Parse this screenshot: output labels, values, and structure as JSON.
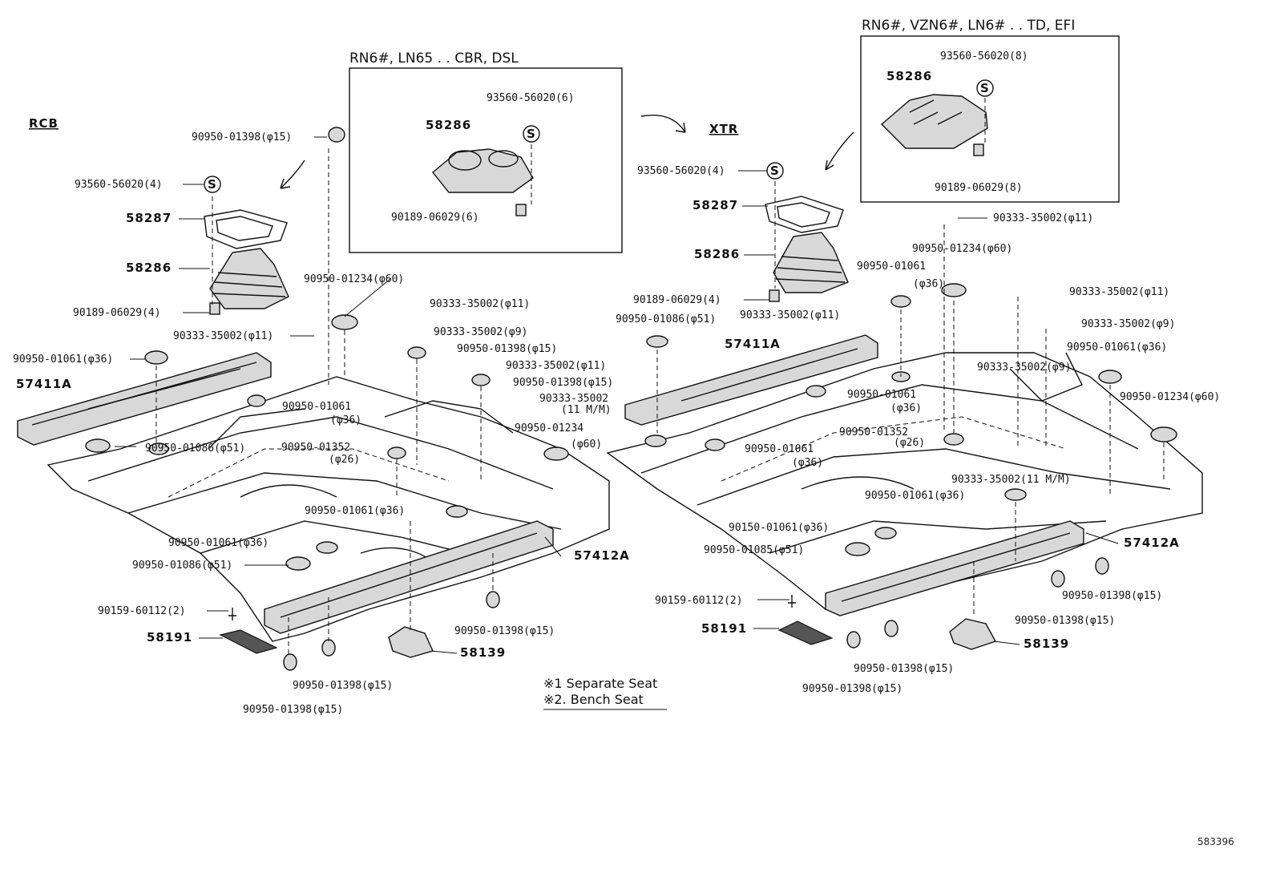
{
  "headers": {
    "rcb": "RCB",
    "xtr": "XTR",
    "inset_left": "RN6#, LN65 . . CBR, DSL",
    "inset_right": "RN6#, VZN6#, LN6# . . TD, EFI"
  },
  "inset_left": {
    "l1": "93560-56020(6)",
    "l2": "58286",
    "l3": "90189-06029(6)"
  },
  "inset_right": {
    "l1": "93560-56020(8)",
    "l2": "58286",
    "l3": "90189-06029(8)"
  },
  "left": {
    "l01": "90950-01398(φ15)",
    "l02": "93560-56020(4)",
    "l03": "58287",
    "l04": "58286",
    "l05": "90189-06029(4)",
    "l06": "90333-35002(φ11)",
    "l07": "90950-01061(φ36)",
    "l08": "57411A",
    "l09": "90950-01234(φ60)",
    "l10": "90333-35002(φ11)",
    "l11": "90333-35002(φ9)",
    "l12": "90950-01398(φ15)",
    "l13": "90333-35002(φ11)",
    "l14": "90950-01398(φ15)",
    "l15": "90333-35002",
    "l16": "(11 M/M)",
    "l17": "90950-01061",
    "l18": "(φ36)",
    "l19": "90950-01086(φ51)",
    "l20": "90950-01352",
    "l21": "(φ26)",
    "l22": "90950-01234",
    "l23": "(φ60)",
    "l24": "90950-01061(φ36)",
    "l25": "90950-01061(φ36)",
    "l26": "57412A",
    "l27": "90950-01086(φ51)",
    "l28": "90159-60112(2)",
    "l29": "58191",
    "l30": "90950-01398(φ15)",
    "l31": "58139",
    "l32": "90950-01398(φ15)",
    "l33": "90950-01398(φ15)"
  },
  "right": {
    "r01": "93560-56020(4)",
    "r02": "58287",
    "r03": "58286",
    "r04": "90189-06029(4)",
    "r05": "90333-35002(φ11)",
    "r06": "90950-01234(φ60)",
    "r07": "90950-01061",
    "r08": "(φ36)",
    "r09": "90333-35002(φ11)",
    "r10": "90950-01086(φ51)",
    "r11": "90333-35002(φ11)",
    "r12": "57411A",
    "r13": "90333-35002(φ9)",
    "r14": "90950-01061(φ36)",
    "r15": "90333-35002(φ9)",
    "r16": "90950-01061",
    "r17": "(φ36)",
    "r18": "90950-01234(φ60)",
    "r19": "90950-01352",
    "r20": "(φ26)",
    "r21": "90950-01061",
    "r22": "(φ36)",
    "r23": "90333-35002(11 M/M)",
    "r24": "90950-01061(φ36)",
    "r25": "90150-01061(φ36)",
    "r26": "57412A",
    "r27": "90950-01085(φ51)",
    "r28": "90950-01398(φ15)",
    "r29": "90159-60112(2)",
    "r30": "90950-01398(φ15)",
    "r31": "58191",
    "r32": "58139",
    "r33": "90950-01398(φ15)",
    "r34": "90950-01398(φ15)"
  },
  "legend": {
    "item1": "※1 Separate Seat",
    "item2": "※2. Bench Seat"
  },
  "reference_number": "583396"
}
